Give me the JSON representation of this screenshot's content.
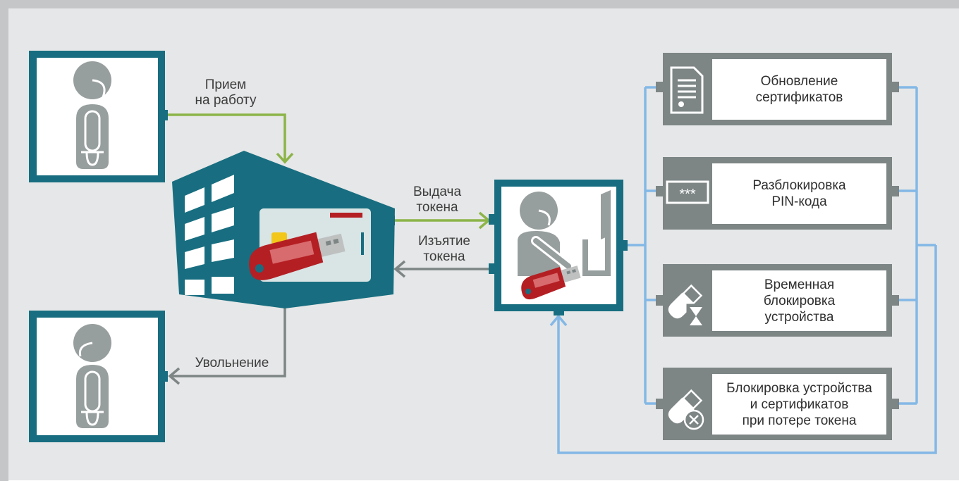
{
  "labels": {
    "hire": [
      "Прием",
      "на работу"
    ],
    "dismissal": "Увольнение",
    "issue_token": [
      "Выдача",
      "токена"
    ],
    "withdraw_token": [
      "Изъятие",
      "токена"
    ]
  },
  "operations": [
    {
      "icon": "certificate-document-icon",
      "lines": [
        "Обновление",
        "сертификатов"
      ]
    },
    {
      "icon": "pin-asterisks-icon",
      "lines": [
        "Разблокировка",
        "PIN-кода"
      ]
    },
    {
      "icon": "token-hourglass-icon",
      "lines": [
        "Временная",
        "блокировка",
        "устройства"
      ]
    },
    {
      "icon": "token-cross-icon",
      "lines": [
        "Блокировка устройства",
        "и сертификатов",
        "при потере токена"
      ]
    }
  ],
  "icons": {
    "new_employee": "employee-icon",
    "dismissed_employee": "employee-icon",
    "organization": "office-building-icon",
    "operator": "security-operator-icon"
  },
  "colors": {
    "background": "#e6e7e8",
    "teal": "#186e80",
    "green_arrow": "#8cb448",
    "gray_arrow": "#7d8585",
    "blue_line": "#83b8e6",
    "icon_gray": "#979e9e",
    "token_red": "#b41f24"
  }
}
